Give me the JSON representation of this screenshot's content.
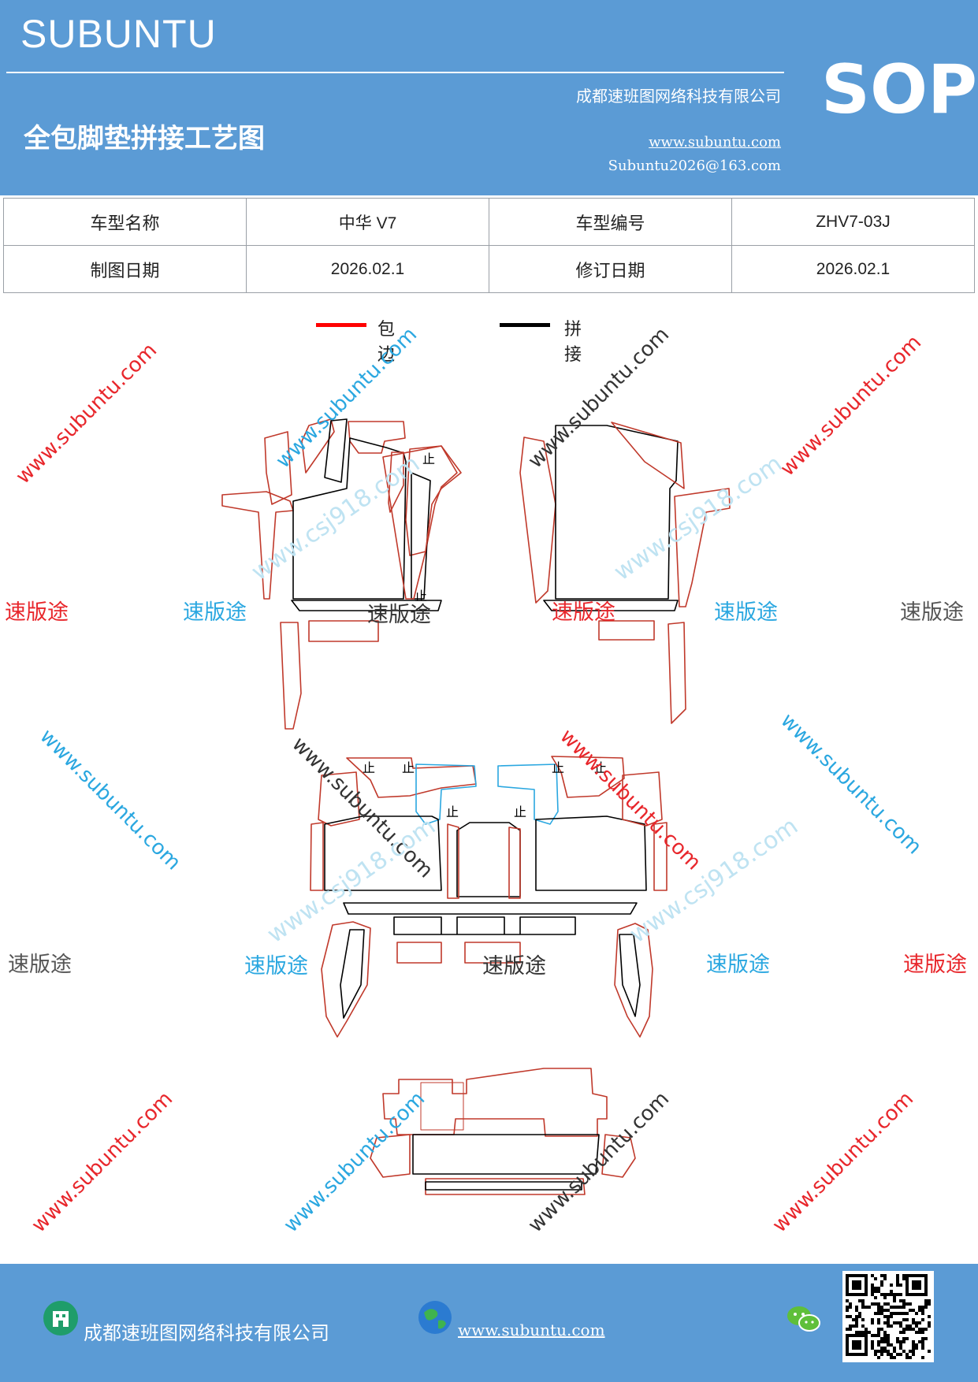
{
  "header": {
    "brand": "SUBUNTU",
    "sop": "SOP",
    "title": "全包脚垫拼接工艺图",
    "company": "成都速班图网络科技有限公司",
    "website": "www.subuntu.com",
    "email": "Subuntu2026@163.com"
  },
  "info_table": {
    "model_name_label": "车型名称",
    "model_name_value": "中华 V7",
    "model_code_label": "车型编号",
    "model_code_value": "ZHV7-03J",
    "draw_date_label": "制图日期",
    "draw_date_value": "2026.02.1",
    "revise_date_label": "修订日期",
    "revise_date_value": "2026.02.1"
  },
  "legend": [
    {
      "label": "包边",
      "color": "#ff0000"
    },
    {
      "label": "拼接",
      "color": "#000000"
    }
  ],
  "drawing": {
    "stop_mark": "止"
  },
  "watermarks": {
    "brand_text": "速版途",
    "url_text": "www.subuntu.com",
    "faint_text": "www.csj918.com",
    "colors": [
      "#e8262b",
      "#2aa7e0",
      "#555555"
    ]
  },
  "footer": {
    "company": "成都速班图网络科技有限公司",
    "website": "www.subuntu.com",
    "icons": [
      "building-icon",
      "globe-icon",
      "wechat-icon",
      "qr-code"
    ]
  }
}
